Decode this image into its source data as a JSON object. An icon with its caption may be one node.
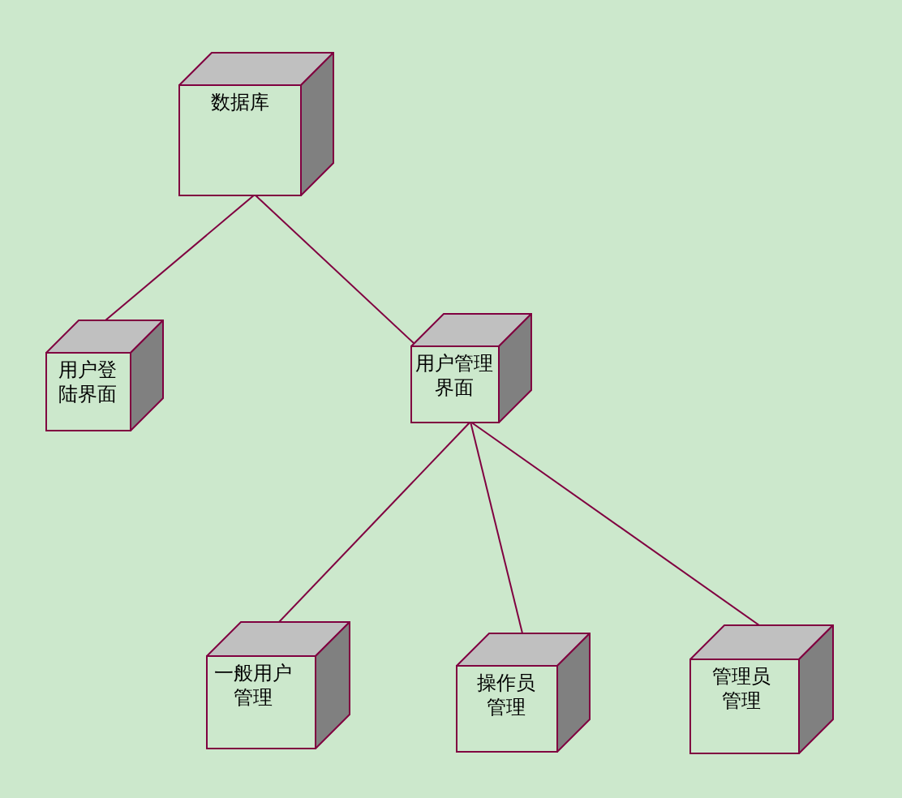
{
  "diagram": {
    "nodes": [
      {
        "text": [
          "数据库"
        ]
      },
      {
        "text": [
          "用户登陆界面"
        ]
      },
      {
        "text": [
          "用户管理界面"
        ]
      },
      {
        "text": [
          "一般用户管理"
        ]
      },
      {
        "text": [
          "操作员管理"
        ]
      },
      {
        "text": [
          "管理员管理"
        ]
      }
    ],
    "edges": [
      {
        "from": 0,
        "to": 1,
        "arrow": "none"
      },
      {
        "from": 0,
        "to": 2,
        "arrow": "none"
      },
      {
        "from": 2,
        "to": 3,
        "arrow": "none"
      },
      {
        "from": 2,
        "to": 4,
        "arrow": "none"
      },
      {
        "from": 2,
        "to": 5,
        "arrow": "none"
      }
    ]
  }
}
